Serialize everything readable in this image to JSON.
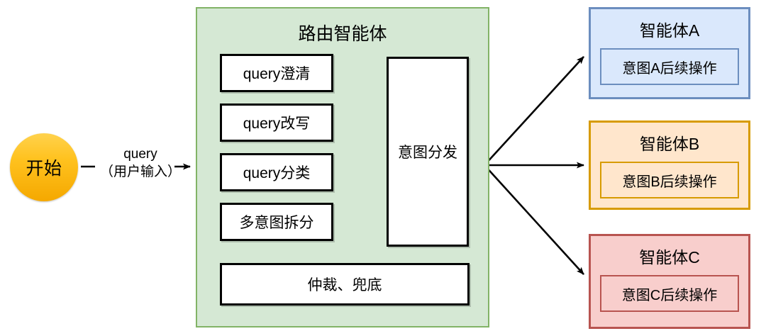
{
  "diagram": {
    "title_node": "开始",
    "entry_edge": {
      "line1": "query",
      "line2": "（用户输入）"
    },
    "router": {
      "title": "路由智能体",
      "tasks": [
        {
          "label": "query澄清"
        },
        {
          "label": "query改写"
        },
        {
          "label": "query分类"
        },
        {
          "label": "多意图拆分"
        }
      ],
      "dispatch": {
        "label": "意图分发"
      },
      "fallback": {
        "label": "仲裁、兜底"
      }
    },
    "agents": [
      {
        "title": "智能体A",
        "inner": "意图A后续操作",
        "fill": "#dae8fc",
        "stroke": "#6c8ebf"
      },
      {
        "title": "智能体B",
        "inner": "意图B后续操作",
        "fill": "#ffe6cc",
        "stroke": "#d79b00"
      },
      {
        "title": "智能体C",
        "inner": "意图C后续操作",
        "fill": "#f8cecc",
        "stroke": "#b85450"
      }
    ],
    "colors": {
      "router_fill": "#d5e8d4",
      "router_stroke": "#82b366",
      "start_fill": "#ffc21f",
      "edge_stroke": "#000000",
      "box_fill": "#ffffff",
      "box_stroke": "#000000"
    }
  }
}
